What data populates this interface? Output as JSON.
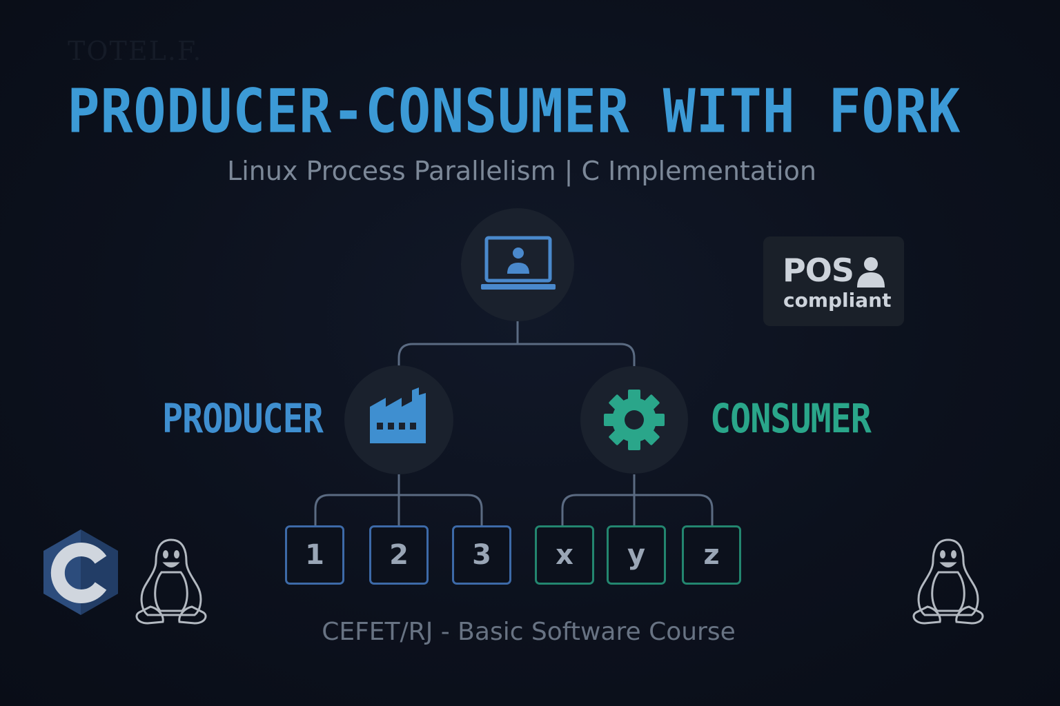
{
  "watermark": "TOTEL.F.",
  "title": "PRODUCER-CONSUMER WITH FORK",
  "subtitle": "Linux Process Parallelism | C Implementation",
  "badge": {
    "line1": "POS",
    "line2": "compliant",
    "icon": "person-icon"
  },
  "nodes": {
    "parent": {
      "icon": "laptop-user-icon"
    },
    "producer": {
      "label": "PRODUCER",
      "icon": "factory-icon"
    },
    "consumer": {
      "label": "CONSUMER",
      "icon": "gear-icon"
    }
  },
  "producer_children": [
    "1",
    "2",
    "3"
  ],
  "consumer_children": [
    "x",
    "y",
    "z"
  ],
  "footer": "CEFET/RJ - Basic Software Course",
  "logos": [
    "c-language-logo",
    "tux-penguin-icon",
    "tux-penguin-icon"
  ],
  "colors": {
    "background": "#0c111d",
    "title": "#3c9ad6",
    "producer": "#3f8fd0",
    "consumer": "#2aa68a",
    "connector": "#5b6b82",
    "node_fill": "#1a212d"
  }
}
